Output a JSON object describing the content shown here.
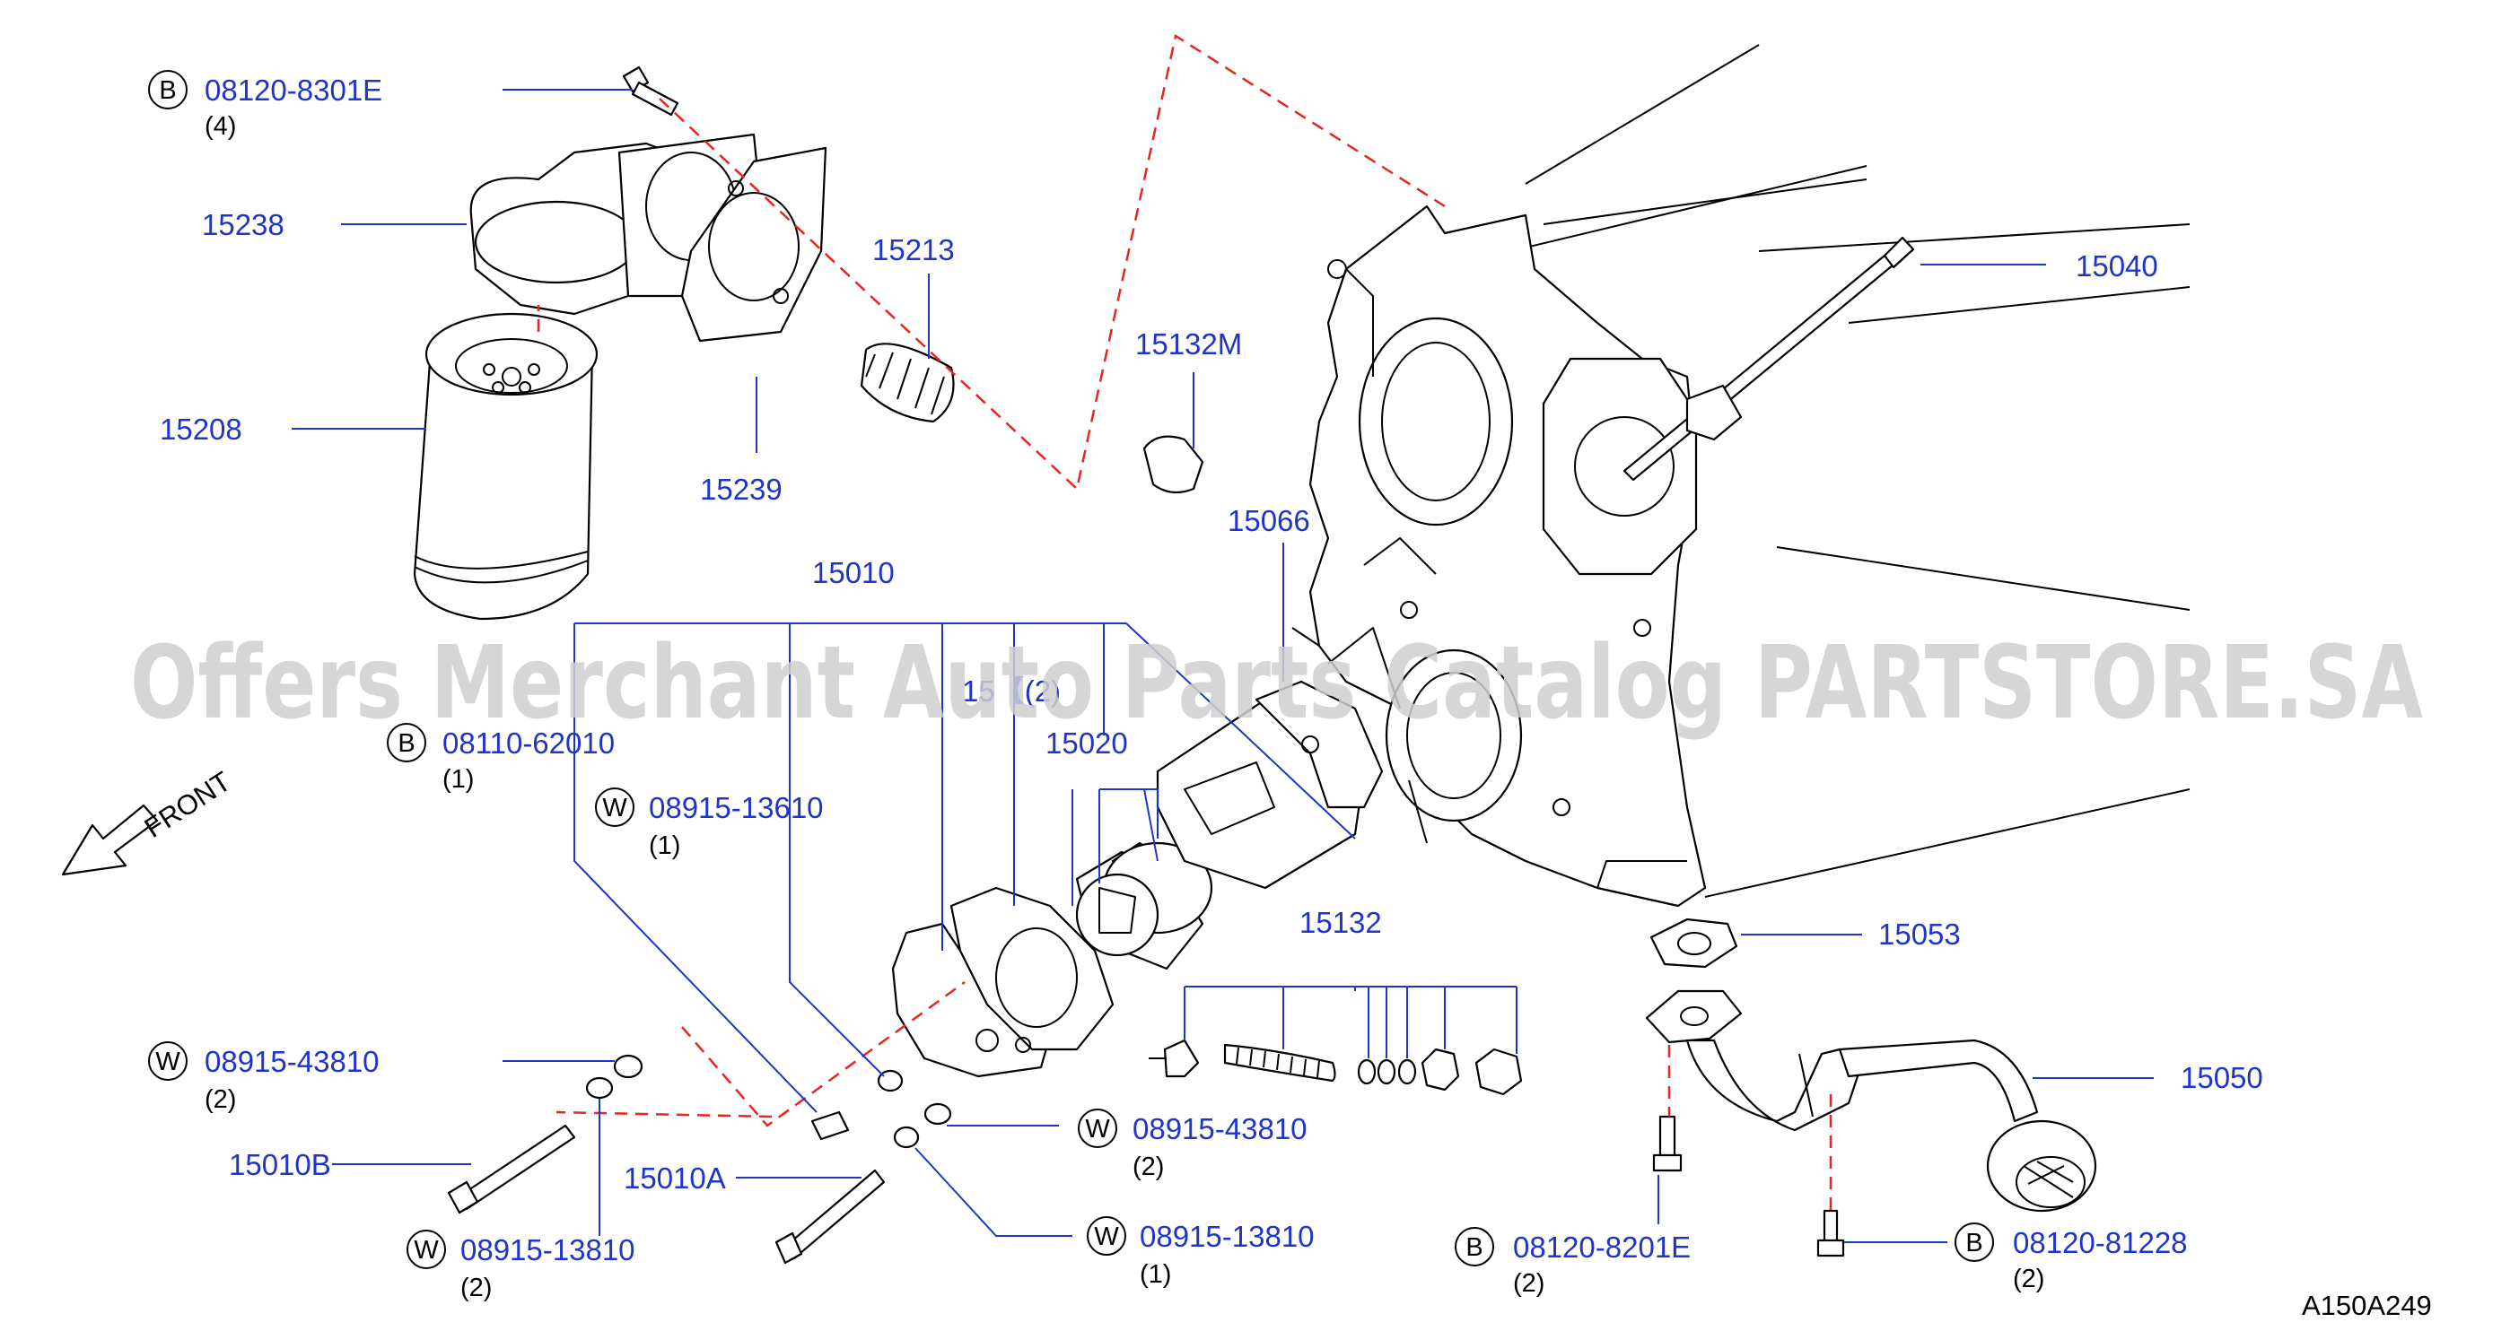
{
  "diagram_id": "A150A249",
  "watermark": "Offers Merchant Auto Parts Catalog PARTSTORE.SA",
  "front_label": "FRONT",
  "colors": {
    "label": "#1f34c8",
    "leader": "#1f34c8",
    "dashed_guide": "#e8261d",
    "line_art": "#000000"
  },
  "parts": [
    {
      "number": "15238"
    },
    {
      "number": "15213"
    },
    {
      "number": "15208"
    },
    {
      "number": "15239"
    },
    {
      "number": "15132M"
    },
    {
      "number": "15040"
    },
    {
      "number": "15066"
    },
    {
      "number": "15010"
    },
    {
      "number": "15020"
    },
    {
      "number": "15132"
    },
    {
      "number": "15053"
    },
    {
      "number": "15050"
    },
    {
      "number": "15010B"
    },
    {
      "number": "15010A"
    },
    {
      "number": "15【(2)"
    }
  ],
  "fasteners": [
    {
      "type": "B",
      "number": "08120-8301E",
      "qty": "(4)"
    },
    {
      "type": "B",
      "number": "08110-62010",
      "qty": "(1)"
    },
    {
      "type": "W",
      "number": "08915-13610",
      "qty": "(1)"
    },
    {
      "type": "W",
      "number": "08915-43810",
      "qty": "(2)"
    },
    {
      "type": "W",
      "number": "08915-43810",
      "qty": "(2)"
    },
    {
      "type": "W",
      "number": "08915-13810",
      "qty": "(2)"
    },
    {
      "type": "W",
      "number": "08915-13810",
      "qty": "(1)"
    },
    {
      "type": "B",
      "number": "08120-8201E",
      "qty": "(2)"
    },
    {
      "type": "B",
      "number": "08120-81228",
      "qty": "(2)"
    }
  ]
}
